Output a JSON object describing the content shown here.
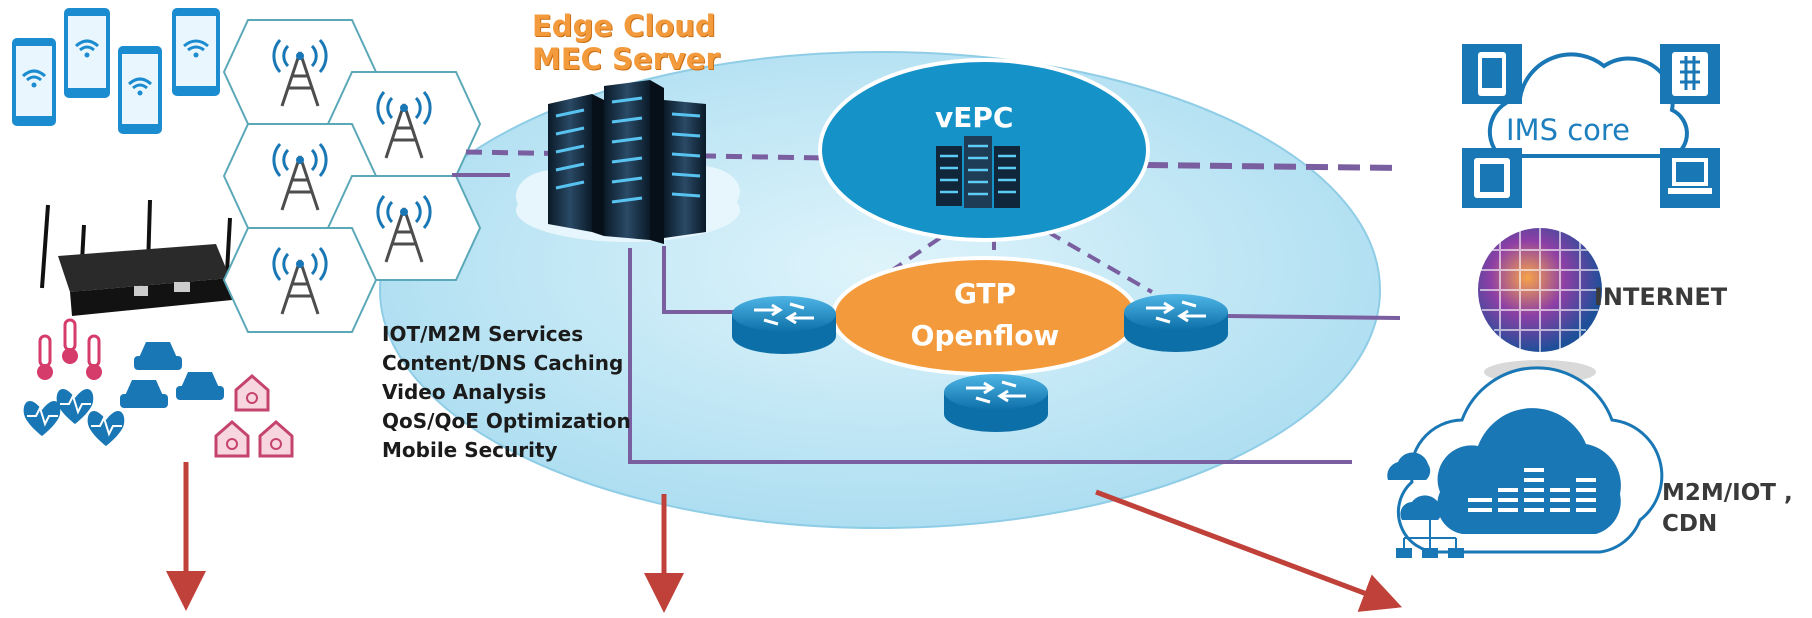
{
  "mec": {
    "title_line1": "Edge Cloud",
    "title_line2": "MEC Server"
  },
  "services": [
    "IOT/M2M Services",
    "Content/DNS Caching",
    "Video Analysis",
    "QoS/QoE Optimization",
    "Mobile Security"
  ],
  "core": {
    "vepc_label": "vEPC",
    "gtp_line1": "GTP",
    "gtp_line2": "Openflow"
  },
  "right": {
    "ims_label": "IMS core",
    "internet_label": "INTERNET",
    "m2m_line1": "M2M/IOT ,",
    "m2m_line2": "CDN"
  },
  "colors": {
    "ellipse": "#c9ebf7",
    "vepc": "#1592c8",
    "gtp": "#f39b3c",
    "link": "#7a5fa0",
    "arrow": "#c0413a",
    "hexagon": "#5aa8b8",
    "accent_orange": "#f39b3c",
    "icon_blue": "#1a77b5",
    "sensor_pink": "#d53b6b"
  },
  "icons": [
    "smartphone-icon",
    "wifi-icon",
    "gateway-router-icon",
    "thermometer-icon",
    "heart-rate-icon",
    "car-icon",
    "smart-home-icon",
    "cell-tower-icon",
    "server-rack-icon",
    "cloud-icon",
    "router-icon",
    "tablet-icon",
    "telephone-icon",
    "laptop-icon",
    "app-globe-icon",
    "cloud-storage-icon",
    "network-tree-icon"
  ]
}
